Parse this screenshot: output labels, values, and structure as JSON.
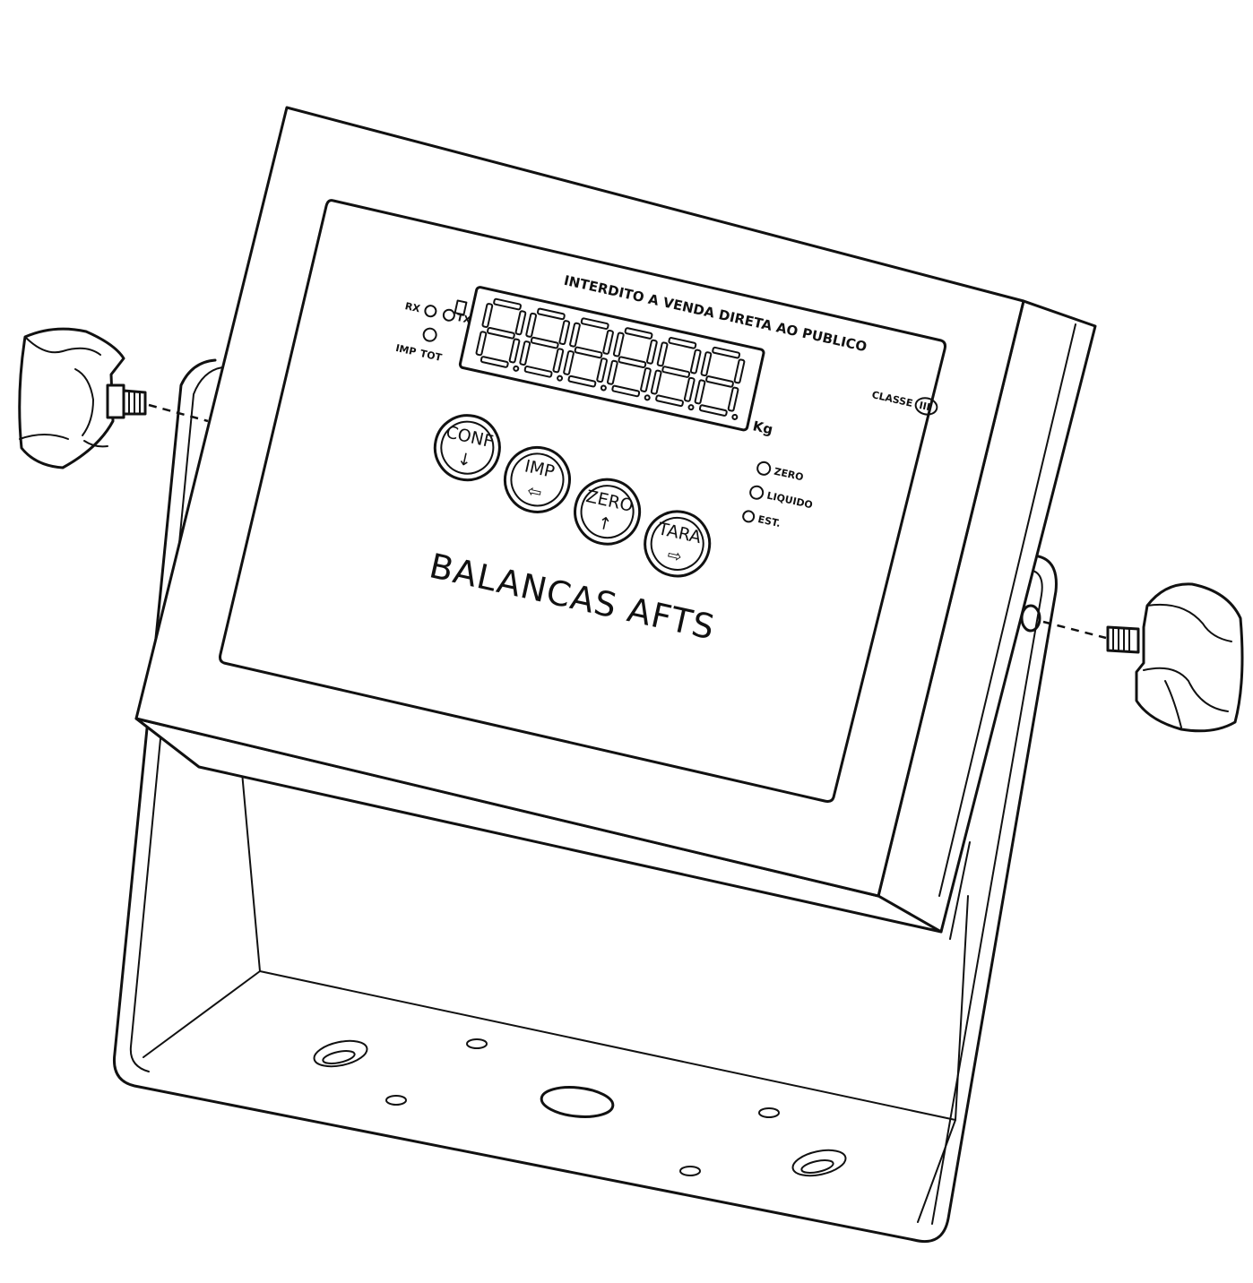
{
  "panel": {
    "notice": "INTERDITO A VENDA DIRETA AO PUBLICO",
    "brand": "BALANCAS AFTS",
    "unit": "Kg",
    "class_label": "CLASSE",
    "class_mark": "III",
    "indicators_left": {
      "rx": "RX",
      "tx": "TX",
      "imp": "IMP",
      "tot": "TOT"
    },
    "indicators_right": {
      "zero": "ZERO",
      "liquido": "LIQUIDO",
      "est": "EST."
    },
    "display_digits": 6,
    "buttons": [
      {
        "label": "CONF",
        "arrow": "↓"
      },
      {
        "label": "IMP",
        "arrow": "⇦"
      },
      {
        "label": "ZERO",
        "arrow": "↑"
      },
      {
        "label": "TARA",
        "arrow": "⇨"
      }
    ]
  }
}
